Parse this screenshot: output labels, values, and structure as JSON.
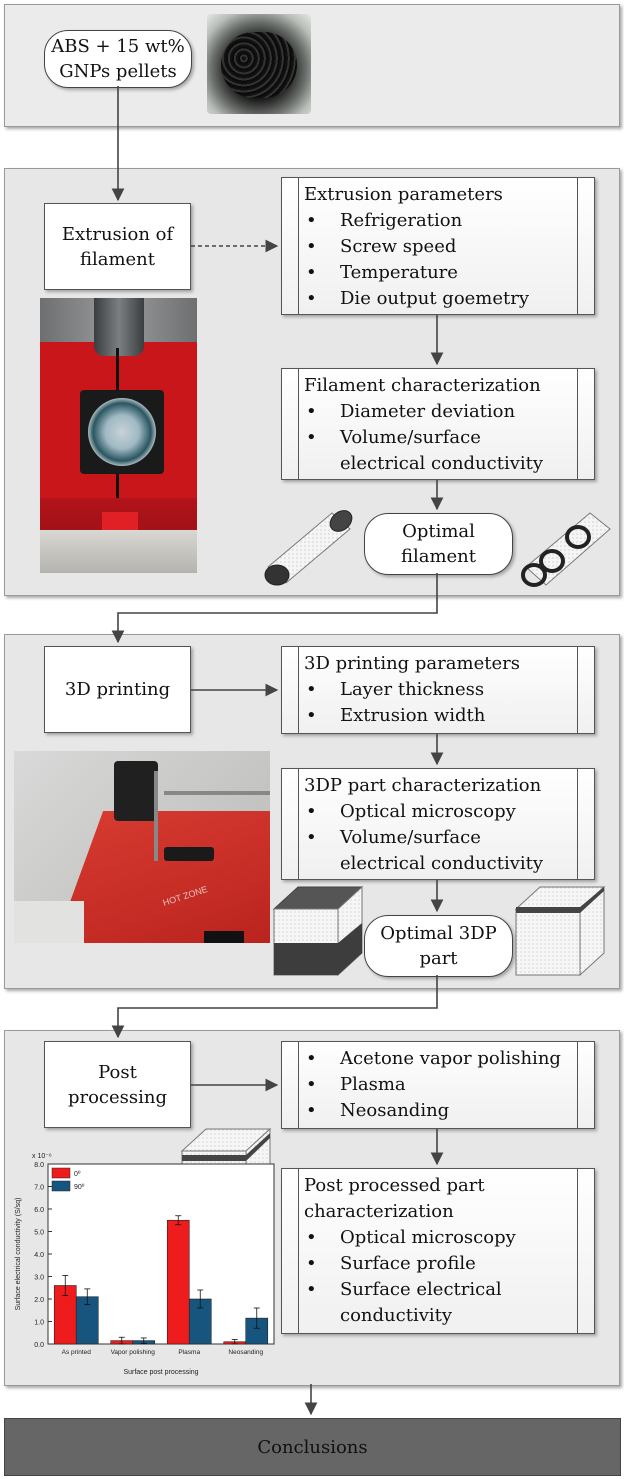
{
  "top": {
    "pellets_label": "ABS + 15 wt%\nGNPs pellets"
  },
  "extrusion": {
    "step_label": "Extrusion of\nfilament",
    "params_title": "Extrusion parameters",
    "params": [
      "Refrigeration",
      "Screw speed",
      "Temperature",
      "Die output goemetry"
    ],
    "char_title": "Filament characterization",
    "char_items": [
      "Diameter deviation",
      "Volume/surface\nelectrical conductivity"
    ],
    "optimal_label": "Optimal\nfilament"
  },
  "printing": {
    "step_label": "3D printing",
    "params_title": "3D printing parameters",
    "params": [
      "Layer thickness",
      "Extrusion width"
    ],
    "char_title": "3DP part characterization",
    "char_items": [
      "Optical microscopy",
      "Volume/surface\nelectrical conductivity"
    ],
    "optimal_label": "Optimal 3DP\npart",
    "photo_text": "HOT ZONE"
  },
  "post": {
    "step_label": "Post\nprocessing",
    "methods": [
      "Acetone vapor polishing",
      "Plasma",
      "Neosanding"
    ],
    "char_title": "Post processed part\ncharacterization",
    "char_items": [
      "Optical microscopy",
      "Surface profile",
      "Surface electrical\nconductivity"
    ]
  },
  "conclusions_label": "Conclusions",
  "chart_data": {
    "type": "bar",
    "categories": [
      "As printed",
      "Vapor polishing",
      "Plasma",
      "Neosanding"
    ],
    "series": [
      {
        "name": "0º",
        "color": "#ee1c1c",
        "values": [
          2.6,
          0.15,
          5.5,
          0.1
        ],
        "errors": [
          0.45,
          0.15,
          0.2,
          0.1
        ]
      },
      {
        "name": "90º",
        "color": "#17557f",
        "values": [
          2.1,
          0.15,
          2.0,
          1.15
        ],
        "errors": [
          0.35,
          0.12,
          0.4,
          0.45
        ]
      }
    ],
    "xlabel": "Surface post processing",
    "ylabel": "Surface electrical conductivity (S/sq)",
    "yscale_label": "x 10⁻⁶",
    "ylim": [
      0,
      8
    ],
    "yticks": [
      "0.0",
      "1.0",
      "2.0",
      "3.0",
      "4.0",
      "5.0",
      "6.0",
      "7.0",
      "8.0"
    ],
    "legend": "top-left"
  }
}
